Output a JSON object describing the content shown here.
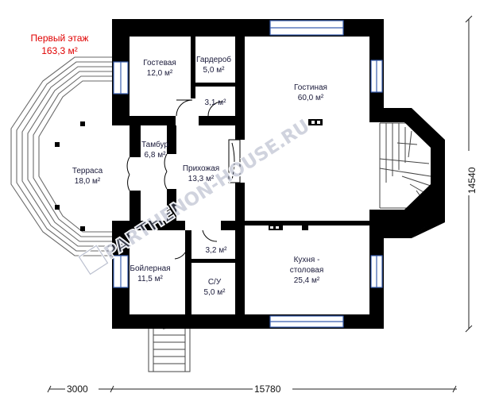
{
  "title": {
    "floor": "Первый этаж",
    "area": "163,3 м²"
  },
  "rooms": {
    "guest": {
      "name": "Гостевая",
      "area": "12,0 м²"
    },
    "wardrobe": {
      "name": "Гардероб",
      "area": "5,0 м²"
    },
    "small_upper": {
      "area": "3,1 м²"
    },
    "living": {
      "name": "Гостиная",
      "area": "60,0 м²"
    },
    "vestibule": {
      "name": "Тамбур",
      "area": "6,8 м²"
    },
    "hall": {
      "name": "Прихожая",
      "area": "13,3 м²"
    },
    "terrace": {
      "name": "Терраса",
      "area": "18,0 м²"
    },
    "small_lower": {
      "area": "3,2 м²"
    },
    "boiler": {
      "name": "Бойлерная",
      "area": "11,5 м²"
    },
    "bathroom": {
      "name": "С/У",
      "area": "5,0 м²"
    },
    "kitchen": {
      "name_line1": "Кухня -",
      "name_line2": "столовая",
      "area": "25,4 м²"
    }
  },
  "dimensions": {
    "left": "3000",
    "bottom": "15780",
    "right": "14540"
  },
  "watermark": "PARTHENON-HOUSE.RU",
  "colors": {
    "wall": "#000000",
    "window": "#3a5fb0",
    "title": "#e00000",
    "terrace_lines": "#666666"
  }
}
